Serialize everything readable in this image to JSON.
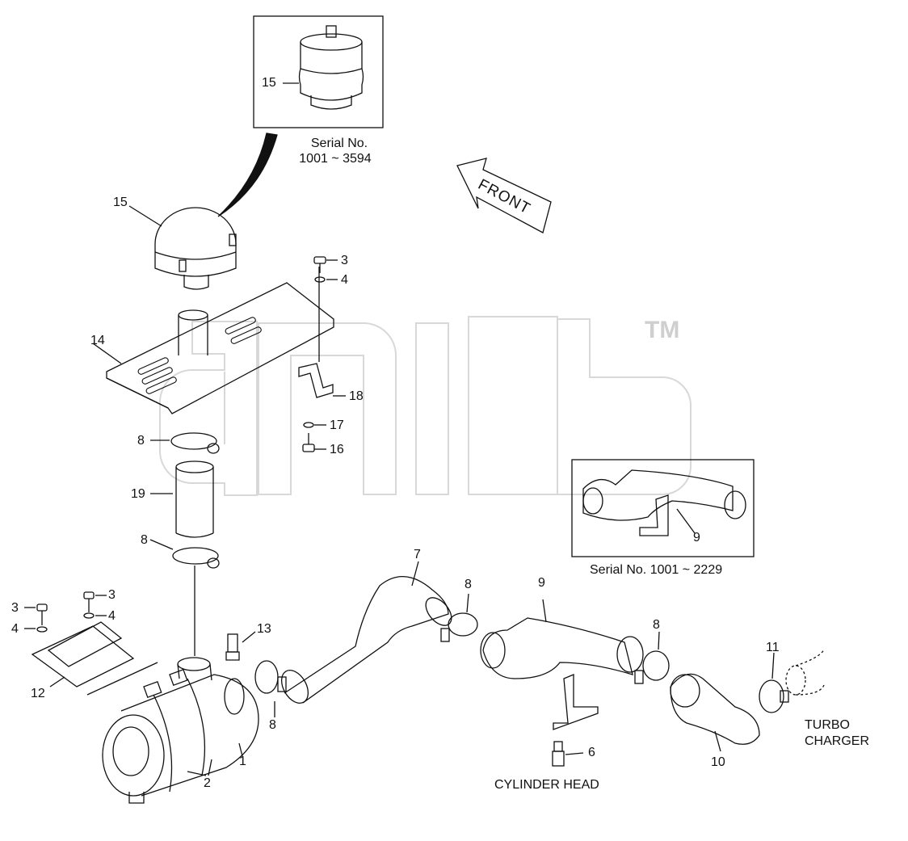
{
  "watermark": {
    "tm": "TM"
  },
  "direction": {
    "front": "FRONT"
  },
  "insets": {
    "top_serial_line1": "Serial No.",
    "top_serial_line2": "1001 ~ 3594",
    "right_serial": "Serial No. 1001 ~ 2229"
  },
  "notes": {
    "cylinder_head": "CYLINDER HEAD",
    "turbo_line1": "TURBO",
    "turbo_line2": "CHARGER"
  },
  "callouts": {
    "c1": "1",
    "c2": "2",
    "c3a": "3",
    "c3b": "3",
    "c3c": "3",
    "c4a": "4",
    "c4b": "4",
    "c4c": "4",
    "c6": "6",
    "c7": "7",
    "c8a": "8",
    "c8b": "8",
    "c8c": "8",
    "c8d": "8",
    "c8e": "8",
    "c9a": "9",
    "c9b": "9",
    "c10": "10",
    "c11": "11",
    "c12": "12",
    "c13": "13",
    "c14": "14",
    "c15a": "15",
    "c15b": "15",
    "c16": "16",
    "c17": "17",
    "c18": "18",
    "c19": "19"
  },
  "colors": {
    "line": "#111111",
    "watermark": "#d6d6d6"
  }
}
